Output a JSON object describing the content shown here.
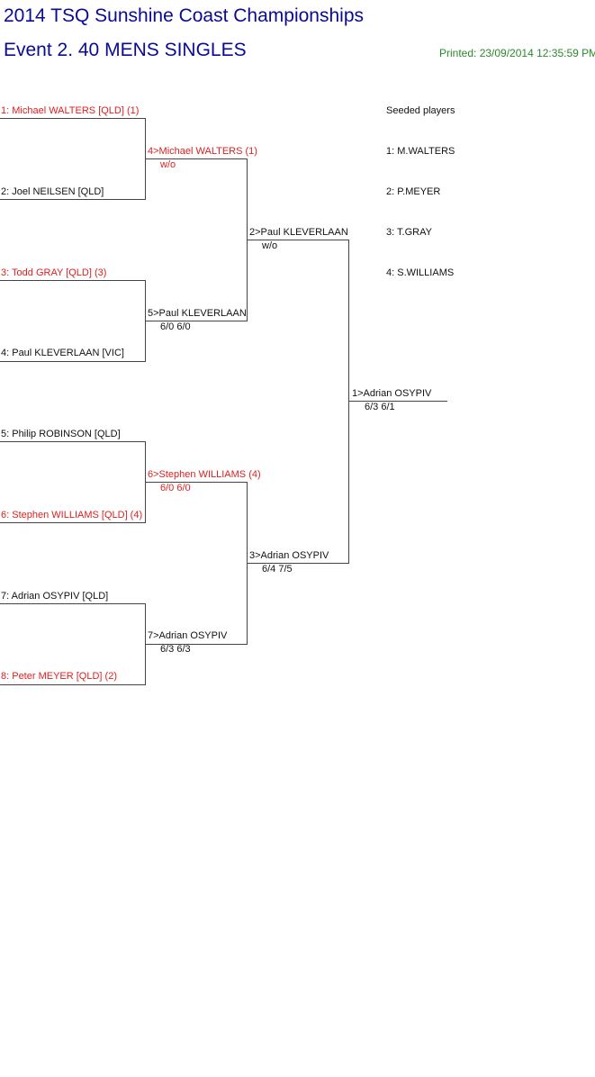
{
  "header": {
    "tournament": "2014 TSQ Sunshine Coast Championships",
    "event": "Event 2. 40 MENS SINGLES",
    "printed": "Printed: 23/09/2014 12:35:59 PM"
  },
  "colors": {
    "title": "#0a0a96",
    "seed_red": "#dd2020",
    "printed_green": "#2a8a2a",
    "line": "#444444"
  },
  "round1": [
    "1: Michael WALTERS [QLD] (1)",
    "2: Joel NEILSEN [QLD]",
    "3: Todd GRAY [QLD] (3)",
    "4: Paul KLEVERLAAN [VIC]",
    "5: Philip ROBINSON [QLD]",
    "6: Stephen WILLIAMS [QLD] (4)",
    "7: Adrian OSYPIV [QLD]",
    "8: Peter MEYER [QLD] (2)"
  ],
  "round2": [
    {
      "name": "4>Michael WALTERS (1)",
      "score": "w/o"
    },
    {
      "name": "5>Paul KLEVERLAAN",
      "score": "6/0 6/0"
    },
    {
      "name": "6>Stephen WILLIAMS (4)",
      "score": "6/0 6/0"
    },
    {
      "name": "7>Adrian OSYPIV",
      "score": "6/3 6/3"
    }
  ],
  "round3": [
    {
      "name": "2>Paul KLEVERLAAN",
      "score": "w/o"
    },
    {
      "name": "3>Adrian OSYPIV",
      "score": "6/4 7/5"
    }
  ],
  "final": {
    "name": "1>Adrian OSYPIV",
    "score": "6/3 6/1"
  },
  "seeds": {
    "heading": "Seeded players",
    "list": [
      "1: M.WALTERS",
      "2: P.MEYER",
      "3: T.GRAY",
      "4: S.WILLIAMS"
    ]
  }
}
